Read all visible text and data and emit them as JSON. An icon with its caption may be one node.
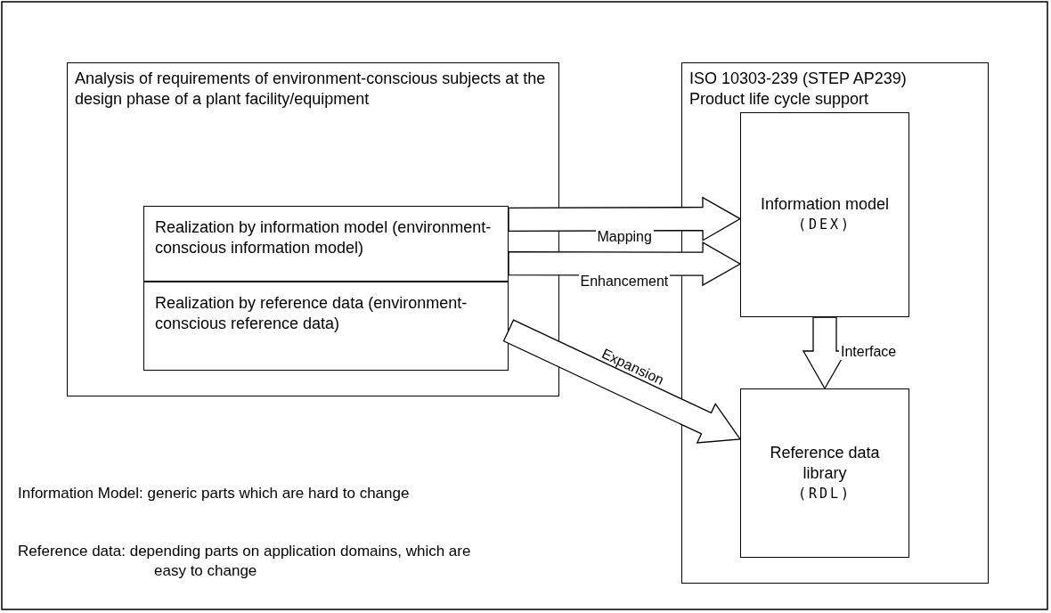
{
  "diagram": {
    "nodes": [
      {
        "text": [
          "Analysis of requirements of environment-conscious subjects at the design phase of a plant facility/equipment"
        ]
      },
      {
        "text": [
          "Realization by information model (environment-conscious information model)"
        ],
        "in": 0
      },
      {
        "text": [
          "Realization by reference data (environment-conscious reference data)"
        ],
        "in": 0
      },
      {
        "text": [
          "ISO 10303-239 (STEP AP239)",
          "Product life cycle support"
        ]
      },
      {
        "text": [
          "Information model",
          "(DEX)"
        ],
        "in": 3
      },
      {
        "text": [
          "Reference data library",
          "(RDL)"
        ],
        "in": 3
      }
    ],
    "edges": [
      {
        "from": 1,
        "to": 4,
        "arrow": "to",
        "label": "Mapping"
      },
      {
        "from": 1,
        "to": 4,
        "arrow": "to",
        "label": "Enhancement"
      },
      {
        "from": 2,
        "to": 5,
        "arrow": "to",
        "label": "Expansion"
      },
      {
        "from": 4,
        "to": 5,
        "arrow": "to",
        "label": "Interface"
      }
    ],
    "labels": [
      "Information Model: generic parts which are hard to change",
      "Reference data: depending parts on application domains, which are easy to change"
    ]
  }
}
